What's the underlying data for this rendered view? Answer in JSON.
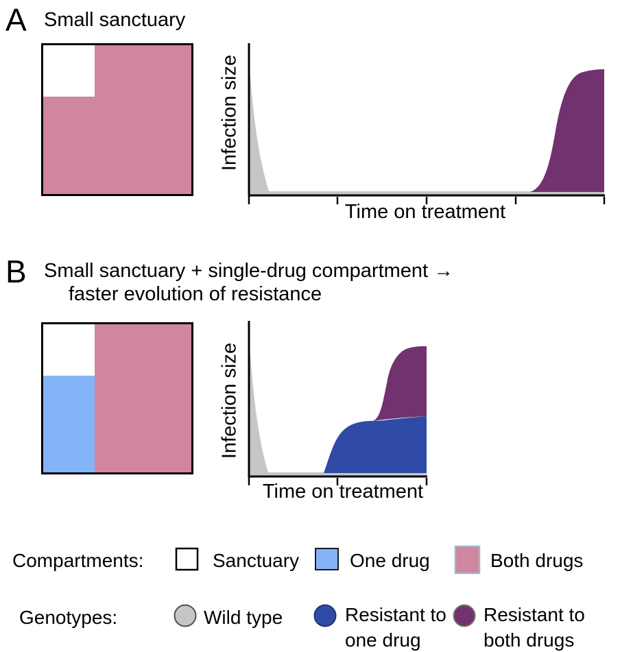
{
  "figure": {
    "panel_a": {
      "label": "A",
      "title": "Small sanctuary",
      "ylabel": "Infection size",
      "xlabel": "Time on treatment"
    },
    "panel_b": {
      "label": "B",
      "title_line1": "Small sanctuary + single-drug compartment →",
      "title_line2": "faster evolution of resistance",
      "ylabel": "Infection size",
      "xlabel": "Time on treatment"
    }
  },
  "legend": {
    "compartments_label": "Compartments:",
    "genotypes_label": "Genotypes:",
    "compartments": [
      {
        "label": "Sanctuary",
        "color": "#ffffff"
      },
      {
        "label": "One drug",
        "color": "#83b4f8"
      },
      {
        "label": "Both drugs",
        "color": "#d0869e"
      }
    ],
    "genotypes": [
      {
        "label_line1": "Wild type",
        "label_line2": "",
        "color": "#c6c6c6"
      },
      {
        "label_line1": "Resistant to",
        "label_line2": "one drug",
        "color": "#2f4ba6"
      },
      {
        "label_line1": "Resistant to",
        "label_line2": "both drugs",
        "color": "#723270"
      }
    ]
  },
  "colors": {
    "pink": "#d0869e",
    "light_blue": "#83b4f8",
    "purple": "#723270",
    "dark_blue": "#2f4ba6",
    "gray": "#c6c6c6",
    "white": "#ffffff",
    "axis_black": "#000000"
  },
  "chart_data": [
    {
      "panel": "A",
      "type": "area",
      "title": "Small sanctuary",
      "xlabel": "Time on treatment",
      "ylabel": "Infection size",
      "x_ticks_count": 5,
      "axes_numeric_labels": false,
      "series": [
        {
          "name": "Wild type",
          "color": "#c6c6c6",
          "shape": "starts at maximum infection size at t=0, collapses steeply to near-zero by ~5% of time axis, persists as thin band at ~3% height for full duration"
        },
        {
          "name": "Resistant to both drugs",
          "color": "#723270",
          "shape": "absent until ~80% of time axis, sigmoidal rise reaching plateau at ~80% of maximum by ~92% of time axis, continues to end"
        }
      ]
    },
    {
      "panel": "B",
      "type": "area",
      "title": "Small sanctuary + single-drug compartment → faster evolution of resistance",
      "xlabel": "Time on treatment",
      "ylabel": "Infection size",
      "x_ticks_count": 3,
      "axes_numeric_labels": false,
      "series": [
        {
          "name": "Wild type",
          "color": "#c6c6c6",
          "shape": "starts at maximum at t=0, collapses steeply to near-zero by ~10% of time axis, persists as thin band at ~3% height"
        },
        {
          "name": "Resistant to one drug",
          "color": "#2f4ba6",
          "shape": "emerges at ~42% of time axis, sigmoidal rise to plateau at ~35-38% of maximum, stacked above wild type"
        },
        {
          "name": "Resistant to both drugs",
          "color": "#723270",
          "shape": "emerges at ~70% of time axis stacked on top of single-resistant, steep sigmoidal rise, total reaches ~82% of maximum by ~87% of axis"
        }
      ]
    }
  ]
}
